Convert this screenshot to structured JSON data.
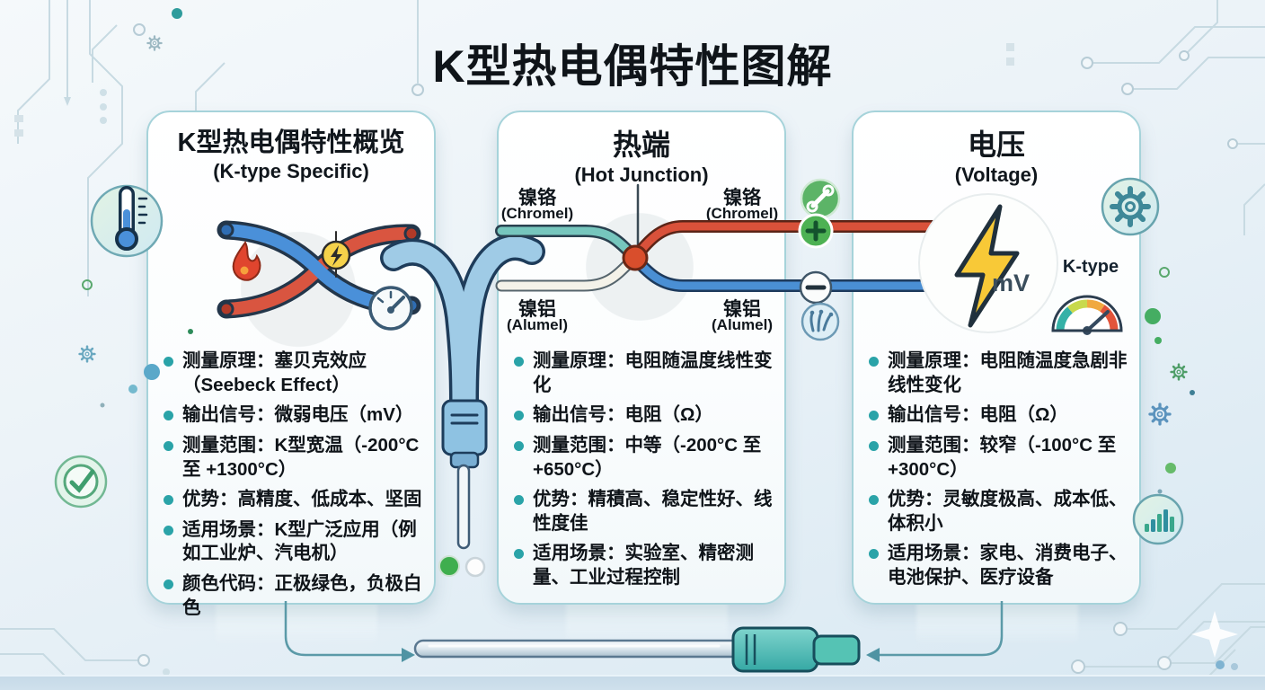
{
  "title": "K型热电偶特性图解",
  "panels": [
    {
      "id": "overview",
      "title": "K型热电偶特性概览",
      "subtitle": "(K-type Specific)",
      "bullets": [
        "测量原理：塞贝克效应（Seebeck Effect）",
        "输出信号：微弱电压（mV）",
        "测量范围：K型宽温（-200°C 至 +1300°C）",
        "优势：高精度、低成本、坚固",
        "适用场景：K型广泛应用（例如工业炉、汽电机）",
        "颜色代码：正极绿色，负极白色"
      ]
    },
    {
      "id": "hot-junction",
      "title": "热端",
      "subtitle": "(Hot Junction)",
      "wire_labels": {
        "top_left": {
          "cn": "镍铬",
          "en": "(Chromel)"
        },
        "top_right": {
          "cn": "镍铬",
          "en": "(Chromel)"
        },
        "bottom_left": {
          "cn": "镍铝",
          "en": "(Alumel)"
        },
        "bottom_right": {
          "cn": "镍铝",
          "en": "(Alumel)"
        }
      },
      "bullets": [
        "测量原理：电阻随温度线性变化",
        "输出信号：电阻（Ω）",
        "测量范围：中等（-200°C 至 +650°C）",
        "优势：精積高、稳定性好、线性度佳",
        "适用场景：实验室、精密测量、工业过程控制"
      ]
    },
    {
      "id": "voltage",
      "title": "电压",
      "subtitle": "(Voltage)",
      "unit_label": "mV",
      "gauge_label": "K-type",
      "bullets": [
        "测量原理：电阻随温度急剧非线性变化",
        "输出信号：电阻（Ω）",
        "测量范围：较窄（-100°C 至 +300°C）",
        "优势：灵敏度极高、成本低、体积小",
        "适用场景：家电、消费电子、电池保护、医疗设备"
      ]
    }
  ],
  "icons": {
    "thermometer-icon": "🌡",
    "gear-icon": "⚙",
    "check-icon": "✓",
    "bar-chart-icon": "📊",
    "flame-icon": "🔥",
    "lightning-icon": "⚡",
    "gauge-icon": "⏲",
    "link-icon": "🔗",
    "claw-icon": "🐾",
    "plus-icon": "+",
    "minus-icon": "−"
  },
  "colors": {
    "accent_teal": "#2aa3a8",
    "wire_red": "#d9513a",
    "wire_blue": "#4a8fd4",
    "wire_chromel_teal": "#76c6bd",
    "wire_alumel_white": "#f4f2e9",
    "plus_green": "#4caf50",
    "bolt_yellow": "#f8c937",
    "probe_teal": "#46b9b4",
    "card_border": "#a6d3da"
  }
}
